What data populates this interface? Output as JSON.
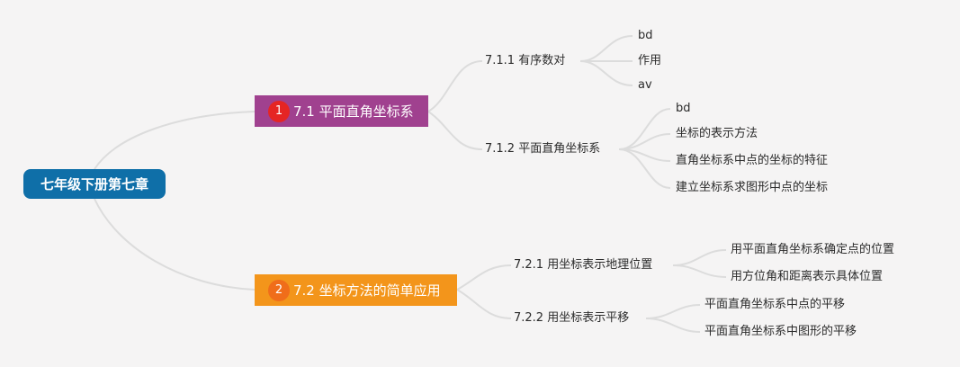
{
  "root": {
    "label": "七年级下册第七章"
  },
  "branches": [
    {
      "number": "1",
      "label": "7.1 平面直角坐标系",
      "color": "#a0418f",
      "number_color": "#e52524",
      "children": [
        {
          "label": "7.1.1 有序数对",
          "leaves": [
            "bd",
            "作用",
            "av"
          ]
        },
        {
          "label": "7.1.2 平面直角坐标系",
          "leaves": [
            "bd",
            "坐标的表示方法",
            "直角坐标系中点的坐标的特征",
            "建立坐标系求图形中点的坐标"
          ]
        }
      ]
    },
    {
      "number": "2",
      "label": "7.2 坐标方法的简单应用",
      "color": "#f3951b",
      "number_color": "#f06d1a",
      "children": [
        {
          "label": "7.2.1 用坐标表示地理位置",
          "leaves": [
            "用平面直角坐标系确定点的位置",
            "用方位角和距离表示具体位置"
          ]
        },
        {
          "label": "7.2.2 用坐标表示平移",
          "leaves": [
            "平面直角坐标系中点的平移",
            "平面直角坐标系中图形的平移"
          ]
        }
      ]
    }
  ],
  "colors": {
    "background": "#f5f4f4",
    "root": "#0f6fa8",
    "connector": "#dcdcdc"
  }
}
